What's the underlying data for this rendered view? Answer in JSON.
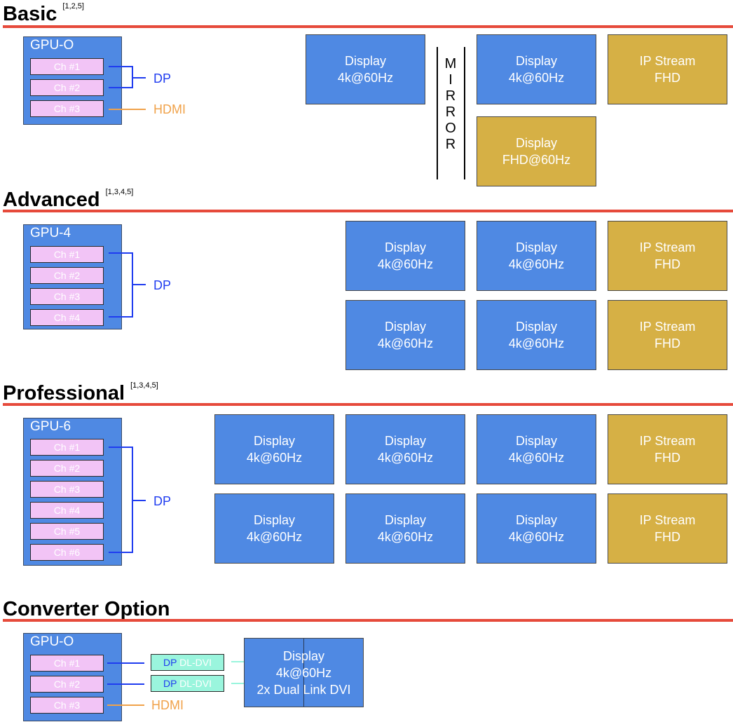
{
  "colors": {
    "display_blue": "#4f89e3",
    "ip_gold": "#d6b045",
    "channel_pink": "#f2c4f6",
    "dp_blue": "#1f3cf0",
    "hdmi_orange": "#f0a24a",
    "converter_teal": "#9af5dd",
    "rule_red": "#e64a3b"
  },
  "basic": {
    "title": "Basic",
    "refs": "[1,2,5]",
    "gpu": {
      "name": "GPU-O",
      "channels": [
        "Ch #1",
        "Ch #2",
        "Ch #3"
      ]
    },
    "dp_label": "DP",
    "hdmi_label": "HDMI",
    "mirror_letters": [
      "M",
      "I",
      "R",
      "R",
      "O",
      "R"
    ],
    "tiles": [
      {
        "line1": "Display",
        "line2": "4k@60Hz"
      },
      {
        "line1": "Display",
        "line2": "4k@60Hz"
      },
      {
        "line1": "IP Stream",
        "line2": "FHD"
      },
      {
        "line1": "Display",
        "line2": "FHD@60Hz"
      }
    ]
  },
  "advanced": {
    "title": "Advanced",
    "refs": "[1,3,4,5]",
    "gpu": {
      "name": "GPU-4",
      "channels": [
        "Ch #1",
        "Ch #2",
        "Ch #3",
        "Ch #4"
      ]
    },
    "dp_label": "DP",
    "tiles": [
      {
        "line1": "Display",
        "line2": "4k@60Hz"
      },
      {
        "line1": "Display",
        "line2": "4k@60Hz"
      },
      {
        "line1": "IP Stream",
        "line2": "FHD"
      },
      {
        "line1": "Display",
        "line2": "4k@60Hz"
      },
      {
        "line1": "Display",
        "line2": "4k@60Hz"
      },
      {
        "line1": "IP Stream",
        "line2": "FHD"
      }
    ]
  },
  "professional": {
    "title": "Professional",
    "refs": "[1,3,4,5]",
    "gpu": {
      "name": "GPU-6",
      "channels": [
        "Ch #1",
        "Ch #2",
        "Ch #3",
        "Ch #4",
        "Ch #5",
        "Ch #6"
      ]
    },
    "dp_label": "DP",
    "tiles": [
      {
        "line1": "Display",
        "line2": "4k@60Hz"
      },
      {
        "line1": "Display",
        "line2": "4k@60Hz"
      },
      {
        "line1": "Display",
        "line2": "4k@60Hz"
      },
      {
        "line1": "IP Stream",
        "line2": "FHD"
      },
      {
        "line1": "Display",
        "line2": "4k@60Hz"
      },
      {
        "line1": "Display",
        "line2": "4k@60Hz"
      },
      {
        "line1": "Display",
        "line2": "4k@60Hz"
      },
      {
        "line1": "IP Stream",
        "line2": "FHD"
      }
    ]
  },
  "converter": {
    "title": "Converter Option",
    "gpu": {
      "name": "GPU-O",
      "channels": [
        "Ch #1",
        "Ch #2",
        "Ch #3"
      ]
    },
    "hdmi_label": "HDMI",
    "adapters": [
      {
        "in": "DP",
        "out": "DL-DVI"
      },
      {
        "in": "DP",
        "out": "DL-DVI"
      }
    ],
    "display": {
      "line1": "Display",
      "line2": "4k@60Hz",
      "line3": "2x Dual Link DVI"
    }
  }
}
